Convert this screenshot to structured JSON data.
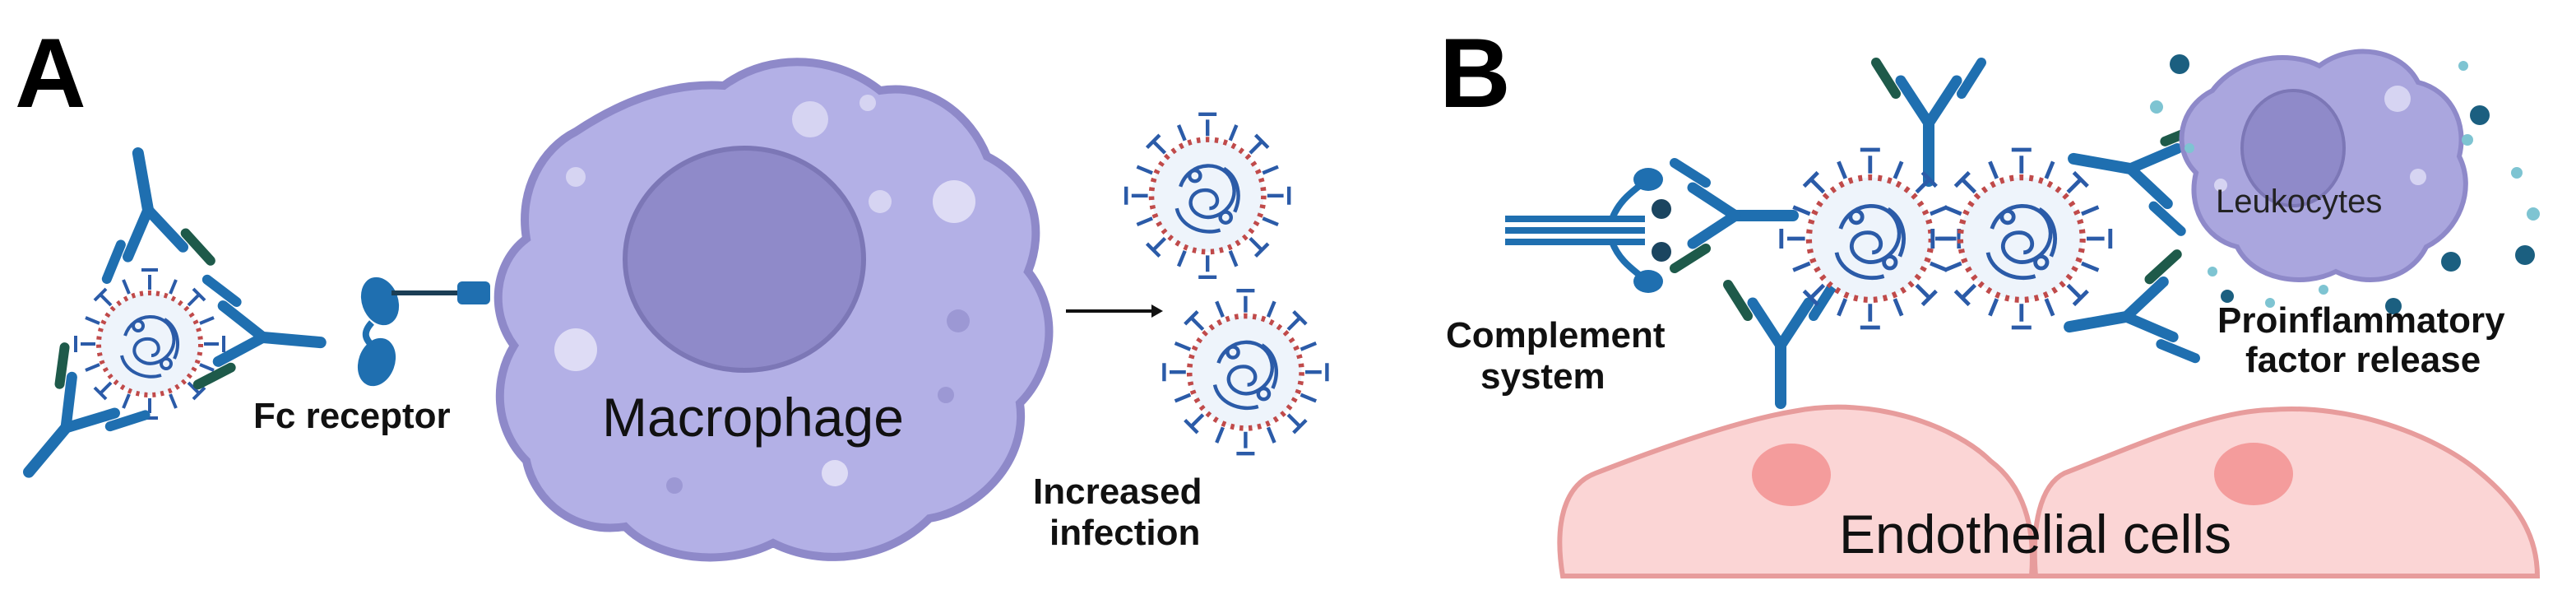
{
  "panels": {
    "a": {
      "label": "A",
      "fc_receptor_label": "Fc receptor",
      "macrophage_label": "Macrophage",
      "increased_infection_line1": "Increased",
      "increased_infection_line2": "infection"
    },
    "b": {
      "label": "B",
      "complement_line1": "Complement",
      "complement_line2": "system",
      "leukocytes_label": "Leukocytes",
      "proinflammatory_line1": "Proinflammatory",
      "proinflammatory_line2": "factor release",
      "endothelial_label": "Endothelial cells"
    }
  },
  "colors": {
    "antibody_blue": "#1f6fb0",
    "antibody_green": "#1e5a4a",
    "macrophage_fill": "#b3b0e6",
    "macrophage_nucleus": "#8f8ac9",
    "leukocyte_fill": "#aaa6de",
    "endothelial_fill": "#fbd5d5",
    "endothelial_stroke": "#e79c9c",
    "endothelial_nucleus": "#f49c9c",
    "virus_spike": "#2b5ba8",
    "virus_ring": "#c04a4a",
    "factor_dark": "#1b5f80",
    "factor_light": "#7ec4d2"
  }
}
